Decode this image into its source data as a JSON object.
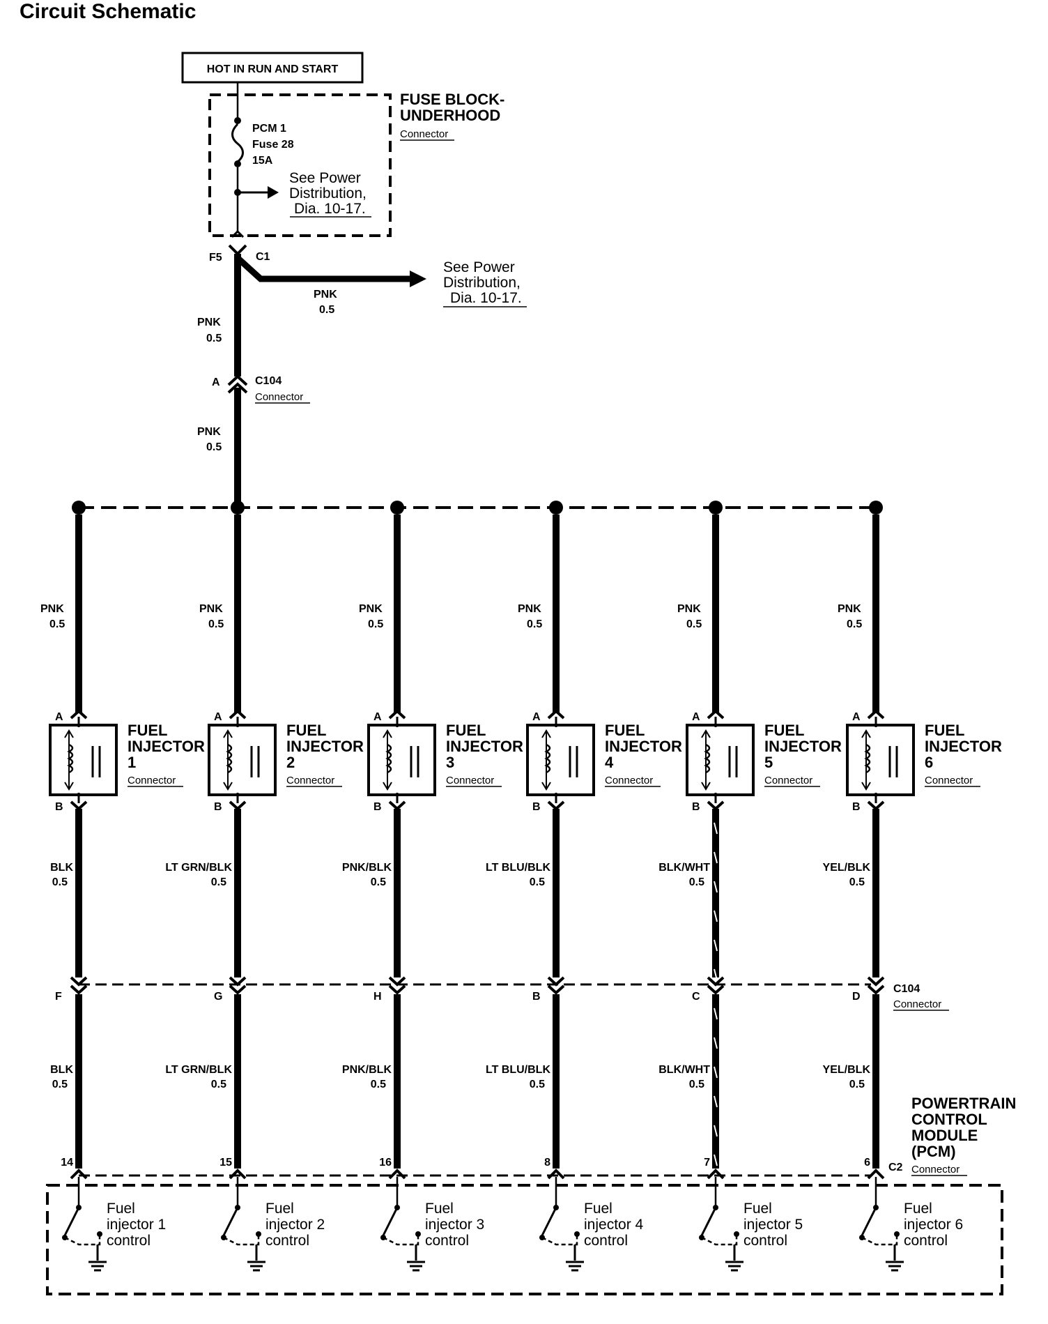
{
  "title": "Circuit Schematic",
  "power_source": "HOT IN RUN AND START",
  "fuse_block": {
    "name_line1": "FUSE BLOCK-",
    "name_line2": "UNDERHOOD",
    "connector_label": "Connector",
    "fuse_name": "PCM 1",
    "fuse_number": "Fuse 28",
    "fuse_rating": "15A",
    "ref_line1": "See Power",
    "ref_line2": "Distribution,",
    "ref_line3": "Dia. 10-17."
  },
  "fuse_block_output": {
    "pin": "F5",
    "splice": "C1"
  },
  "branch": {
    "wire_color": "PNK",
    "wire_size": "0.5",
    "ref_line1": "See Power",
    "ref_line2": "Distribution,",
    "ref_line3": "Dia. 10-17."
  },
  "feed": {
    "upper_wire": {
      "color": "PNK",
      "size": "0.5"
    },
    "lower_wire": {
      "color": "PNK",
      "size": "0.5"
    },
    "c104_pin": "A",
    "c104_name": "C104",
    "c104_label": "Connector"
  },
  "injector_name_line1": "FUEL",
  "injector_name_line2": "INJECTOR",
  "injector_connector_label": "Connector",
  "injector_pin_top": "A",
  "injector_pin_bottom": "B",
  "c104_lower": {
    "name": "C104",
    "label": "Connector"
  },
  "pcm": {
    "name_line1": "POWERTRAIN",
    "name_line2": "CONTROL",
    "name_line3": "MODULE",
    "name_line4": "(PCM)",
    "connector_name": "C2",
    "connector_label": "Connector"
  },
  "injectors": [
    {
      "number": "1",
      "supply_color": "PNK",
      "supply_size": "0.5",
      "control_color": "BLK",
      "control_size": "0.5",
      "c104_pin": "F",
      "pcm_pin": "14",
      "ctrl_line1": "Fuel",
      "ctrl_line2": "injector 1",
      "ctrl_line3": "control"
    },
    {
      "number": "2",
      "supply_color": "PNK",
      "supply_size": "0.5",
      "control_color": "LT GRN/BLK",
      "control_size": "0.5",
      "c104_pin": "G",
      "pcm_pin": "15",
      "ctrl_line1": "Fuel",
      "ctrl_line2": "injector 2",
      "ctrl_line3": "control"
    },
    {
      "number": "3",
      "supply_color": "PNK",
      "supply_size": "0.5",
      "control_color": "PNK/BLK",
      "control_size": "0.5",
      "c104_pin": "H",
      "pcm_pin": "16",
      "ctrl_line1": "Fuel",
      "ctrl_line2": "injector 3",
      "ctrl_line3": "control"
    },
    {
      "number": "4",
      "supply_color": "PNK",
      "supply_size": "0.5",
      "control_color": "LT BLU/BLK",
      "control_size": "0.5",
      "c104_pin": "B",
      "pcm_pin": "8",
      "ctrl_line1": "Fuel",
      "ctrl_line2": "injector 4",
      "ctrl_line3": "control"
    },
    {
      "number": "5",
      "supply_color": "PNK",
      "supply_size": "0.5",
      "control_color": "BLK/WHT",
      "control_size": "0.5",
      "c104_pin": "C",
      "pcm_pin": "7",
      "ctrl_line1": "Fuel",
      "ctrl_line2": "injector 5",
      "ctrl_line3": "control"
    },
    {
      "number": "6",
      "supply_color": "PNK",
      "supply_size": "0.5",
      "control_color": "YEL/BLK",
      "control_size": "0.5",
      "c104_pin": "D",
      "pcm_pin": "6",
      "ctrl_line1": "Fuel",
      "ctrl_line2": "injector 6",
      "ctrl_line3": "control"
    }
  ]
}
